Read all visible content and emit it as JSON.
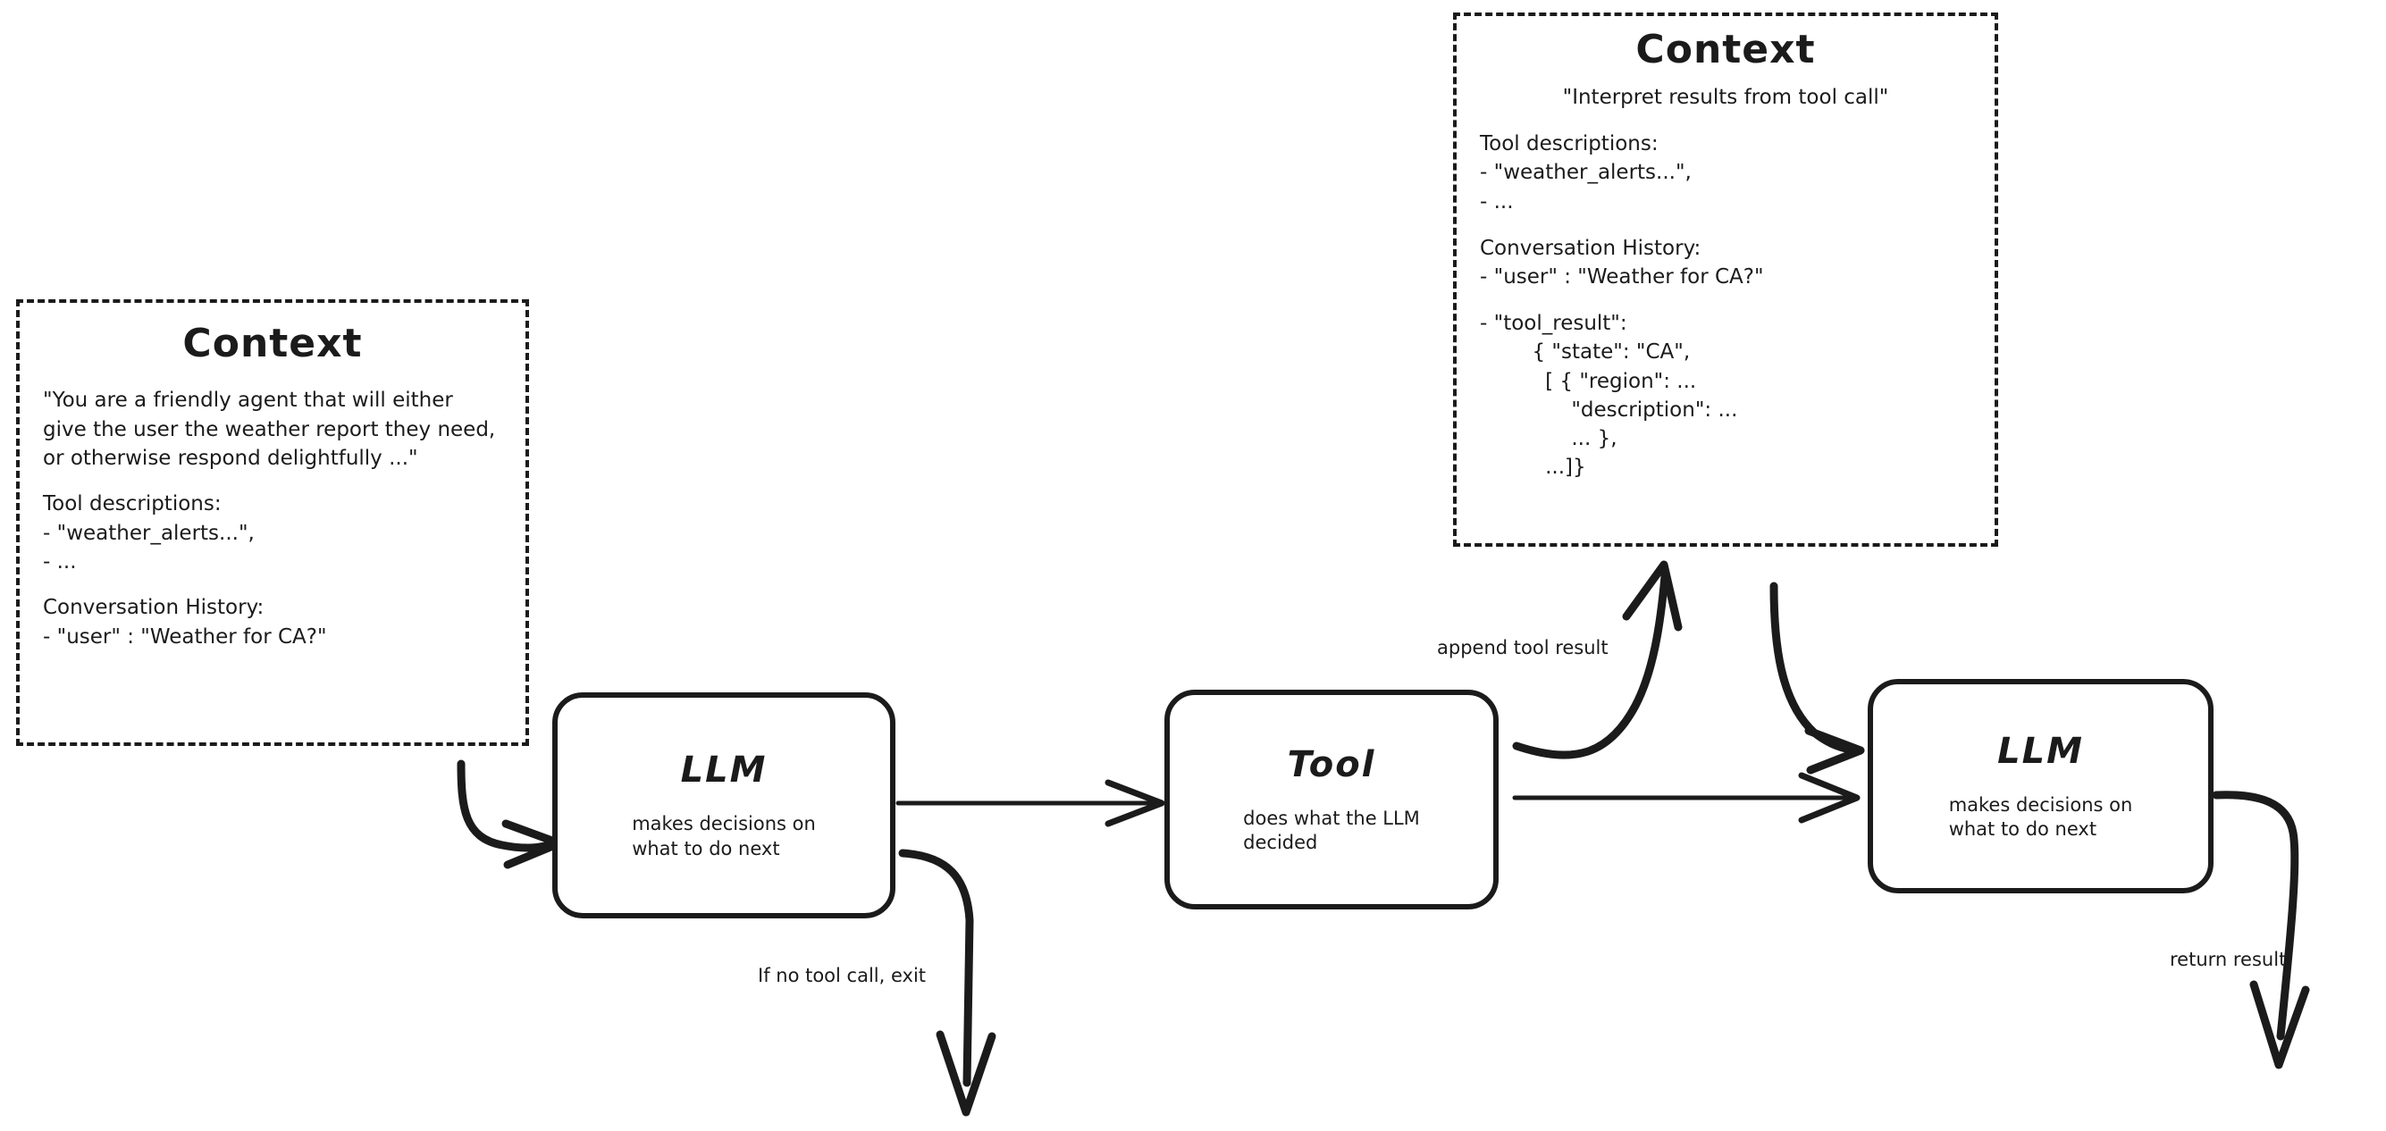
{
  "diagram": {
    "title_glyph": "Context",
    "contexts": [
      {
        "id": "context-initial",
        "title": "Context",
        "system_prompt": "\"You are a friendly agent that will either give the user the weather report they need, or otherwise respond delightfully ...\"",
        "tool_descriptions_header": "Tool descriptions:",
        "tool_descriptions": [
          "- \"weather_alerts...\",",
          "- ..."
        ],
        "conversation_header": "Conversation History:",
        "conversation": [
          "- \"user\" : \"Weather for CA?\""
        ]
      },
      {
        "id": "context-after-tool",
        "title": "Context",
        "system_prompt": "\"Interpret results from tool call\"",
        "tool_descriptions_header": "Tool descriptions:",
        "tool_descriptions": [
          "- \"weather_alerts...\",",
          "- ..."
        ],
        "conversation_header": "Conversation History:",
        "conversation": [
          "- \"user\" : \"Weather for CA?\""
        ],
        "tool_result_lines": [
          "- \"tool_result\":",
          "        { \"state\": \"CA\",",
          "          [ { \"region\": ...",
          "              \"description\": ...",
          "              ... },",
          "          ...]}"
        ]
      }
    ],
    "nodes": [
      {
        "id": "llm-1",
        "title": "LLM",
        "subtitle": "makes decisions on\nwhat to do next"
      },
      {
        "id": "tool",
        "title": "Tool",
        "subtitle": "does what the LLM\ndecided"
      },
      {
        "id": "llm-2",
        "title": "LLM",
        "subtitle": "makes decisions on\nwhat to do next"
      }
    ],
    "edges": [
      {
        "id": "context-to-llm1",
        "label": ""
      },
      {
        "id": "llm1-to-tool",
        "label": ""
      },
      {
        "id": "llm1-exit",
        "label": "If no tool call, exit"
      },
      {
        "id": "tool-to-context",
        "label": "append tool result"
      },
      {
        "id": "tool-to-llm2",
        "label": ""
      },
      {
        "id": "context-to-llm2",
        "label": ""
      },
      {
        "id": "llm2-return",
        "label": "return result"
      }
    ],
    "colors": {
      "ink": "#1b1b1b",
      "background": "#ffffff"
    }
  }
}
